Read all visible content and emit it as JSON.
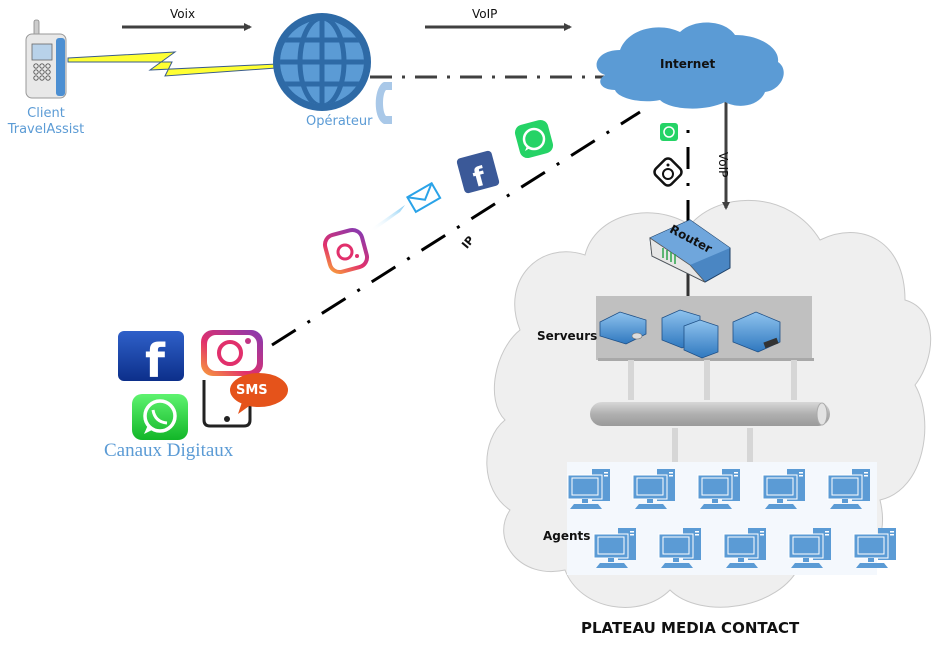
{
  "diagram": {
    "title": "PLATEAU MEDIA CONTACT",
    "nodes": {
      "client": {
        "label_line1": "Client",
        "label_line2": "TravelAssist",
        "icon": "mobile-phone-icon"
      },
      "operator": {
        "label": "Opérateur",
        "icon": "globe-icon"
      },
      "internet": {
        "label": "Internet",
        "icon": "cloud-icon"
      },
      "router": {
        "label": "Router",
        "icon": "router-icon"
      },
      "servers": {
        "label": "Serveurs",
        "count": 3
      },
      "agents": {
        "label": "Agents",
        "count": 10
      },
      "digital_channels": {
        "label": "Canaux Digitaux",
        "channels": [
          "Facebook",
          "Instagram",
          "SMS",
          "WhatsApp"
        ],
        "sms_badge": "SMS"
      }
    },
    "edges": {
      "voice": {
        "label": "Voix"
      },
      "voip_top": {
        "label": "VoIP"
      },
      "voip_down": {
        "label": "VoIP"
      },
      "ip": {
        "label": "IP"
      }
    },
    "colors": {
      "blue": "#5b9bd5",
      "globe_dark": "#2e6aa6",
      "cloud_gray": "#efefef",
      "lightning": "#ffff33",
      "arrow": "#404040"
    }
  }
}
